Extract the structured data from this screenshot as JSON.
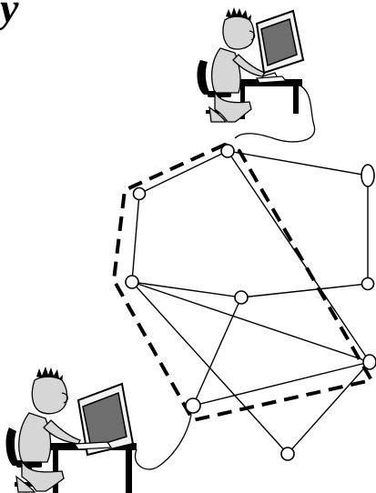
{
  "heading": {
    "visible_text": "y"
  },
  "colors": {
    "ink": "#000000",
    "skin": "#d6d6d6",
    "screen": "#6e6e6e",
    "background": "#ffffff",
    "monitor_body": "#f2f2f2"
  },
  "diagram": {
    "nodes": [
      {
        "id": "n-top"
      },
      {
        "id": "n-upper-left"
      },
      {
        "id": "n-upper-right"
      },
      {
        "id": "n-mid-left"
      },
      {
        "id": "n-mid-center"
      },
      {
        "id": "n-mid-right"
      },
      {
        "id": "n-right-lower"
      },
      {
        "id": "n-lower-left"
      },
      {
        "id": "n-bottom"
      }
    ],
    "links": [
      [
        "n-top",
        "n-upper-left"
      ],
      [
        "n-top",
        "n-upper-right"
      ],
      [
        "n-top",
        "n-right-lower"
      ],
      [
        "n-upper-left",
        "n-mid-left"
      ],
      [
        "n-upper-right",
        "n-mid-right"
      ],
      [
        "n-mid-left",
        "n-mid-center"
      ],
      [
        "n-mid-center",
        "n-mid-right"
      ],
      [
        "n-mid-left",
        "n-bottom"
      ],
      [
        "n-mid-left",
        "n-right-lower"
      ],
      [
        "n-mid-center",
        "n-lower-left"
      ],
      [
        "n-lower-left",
        "n-right-lower"
      ],
      [
        "n-bottom",
        "n-right-lower"
      ]
    ],
    "route": [
      "n-top",
      "n-upper-left",
      "n-mid-left",
      "n-lower-left",
      "n-right-lower",
      "n-top"
    ],
    "users": [
      {
        "id": "user-top",
        "attached_to": "n-top"
      },
      {
        "id": "user-bottom",
        "attached_to": "n-lower-left"
      }
    ]
  }
}
